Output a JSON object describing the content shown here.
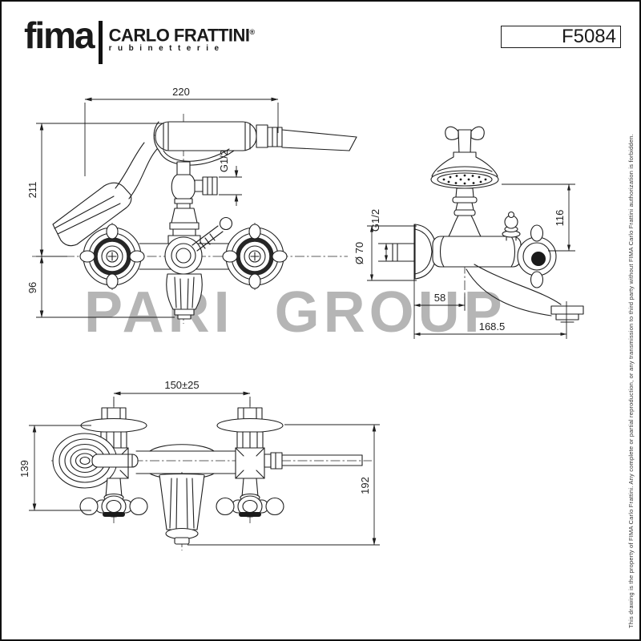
{
  "header": {
    "logo": {
      "brand": "fima",
      "name": "CARLO FRATTINI",
      "registered": "®",
      "subtitle": "rubinetterie"
    },
    "product_code": "F5084"
  },
  "watermark": "PARI GROUP",
  "disclaimer": "This drawing is the property of FIMA Carlo Frattini. Any complete or partial reproduction, or any transmission to third party without FIMA Carlo Frattini authorization is forbidden.",
  "views": {
    "front": {
      "dim_width": "220",
      "dim_height_upper": "211",
      "dim_height_lower": "96",
      "dim_shower_thread": "G1/2"
    },
    "side": {
      "dim_head_height": "116",
      "dim_inlet_thread": "G1/2",
      "dim_flange_diameter": "Ø 70",
      "dim_wall_to_axis": "58",
      "dim_spout_reach": "168.5"
    },
    "top": {
      "dim_inlet_centers": "150±25",
      "dim_body_depth": "139",
      "dim_overall_depth": "192"
    }
  },
  "colors": {
    "line": "#1f1f1f",
    "watermark": "#b5b5b5",
    "background": "#ffffff"
  }
}
